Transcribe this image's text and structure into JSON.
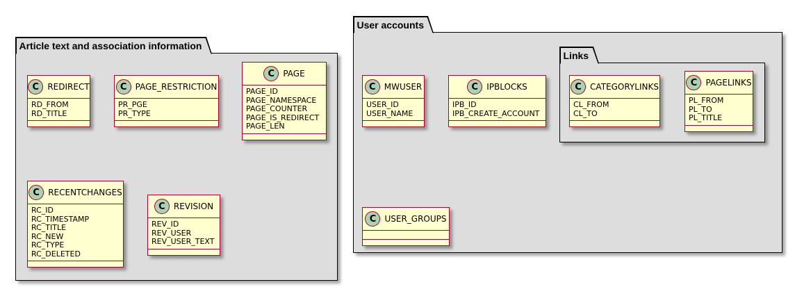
{
  "packages": [
    {
      "id": "article",
      "label": "Article text and association information"
    },
    {
      "id": "users",
      "label": "User accounts"
    },
    {
      "id": "links",
      "label": "Links"
    }
  ],
  "class_icon": "C",
  "classes": [
    {
      "id": "redirect",
      "name": "REDIRECT",
      "attrs": [
        "RD_FROM",
        "RD_TITLE"
      ]
    },
    {
      "id": "page_restriction",
      "name": "PAGE_RESTRICTION",
      "attrs": [
        "PR_PGE",
        "PR_TYPE"
      ]
    },
    {
      "id": "page",
      "name": "PAGE",
      "attrs": [
        "PAGE_ID",
        "PAGE_NAMESPACE",
        "PAGE_COUNTER",
        "PAGE_IS_REDIRECT",
        "PAGE_LEN"
      ]
    },
    {
      "id": "recentchanges",
      "name": "RECENTCHANGES",
      "attrs": [
        "RC_ID",
        "RC_TIMESTAMP",
        "RC_TITLE",
        "RC_NEW",
        "RC_TYPE",
        "RC_DELETED"
      ]
    },
    {
      "id": "revision",
      "name": "REVISION",
      "attrs": [
        "REV_ID",
        "REV_USER",
        "REV_USER_TEXT"
      ]
    },
    {
      "id": "mwuser",
      "name": "MWUSER",
      "attrs": [
        "USER_ID",
        "USER_NAME"
      ]
    },
    {
      "id": "ipblocks",
      "name": "IPBLOCKS",
      "attrs": [
        "IPB_ID",
        "IPB_CREATE_ACCOUNT"
      ]
    },
    {
      "id": "categorylinks",
      "name": "CATEGORYLINKS",
      "attrs": [
        "CL_FROM",
        "CL_TO"
      ]
    },
    {
      "id": "pagelinks",
      "name": "PAGELINKS",
      "attrs": [
        "PL_FROM",
        "PL_TO",
        "PL_TITLE"
      ]
    },
    {
      "id": "user_groups",
      "name": "USER_GROUPS",
      "attrs": []
    }
  ],
  "colors": {
    "class_fill": "#fefece",
    "class_border": "#a80036",
    "package_fill": "#dddddd",
    "icon_fill": "#add1b2"
  }
}
